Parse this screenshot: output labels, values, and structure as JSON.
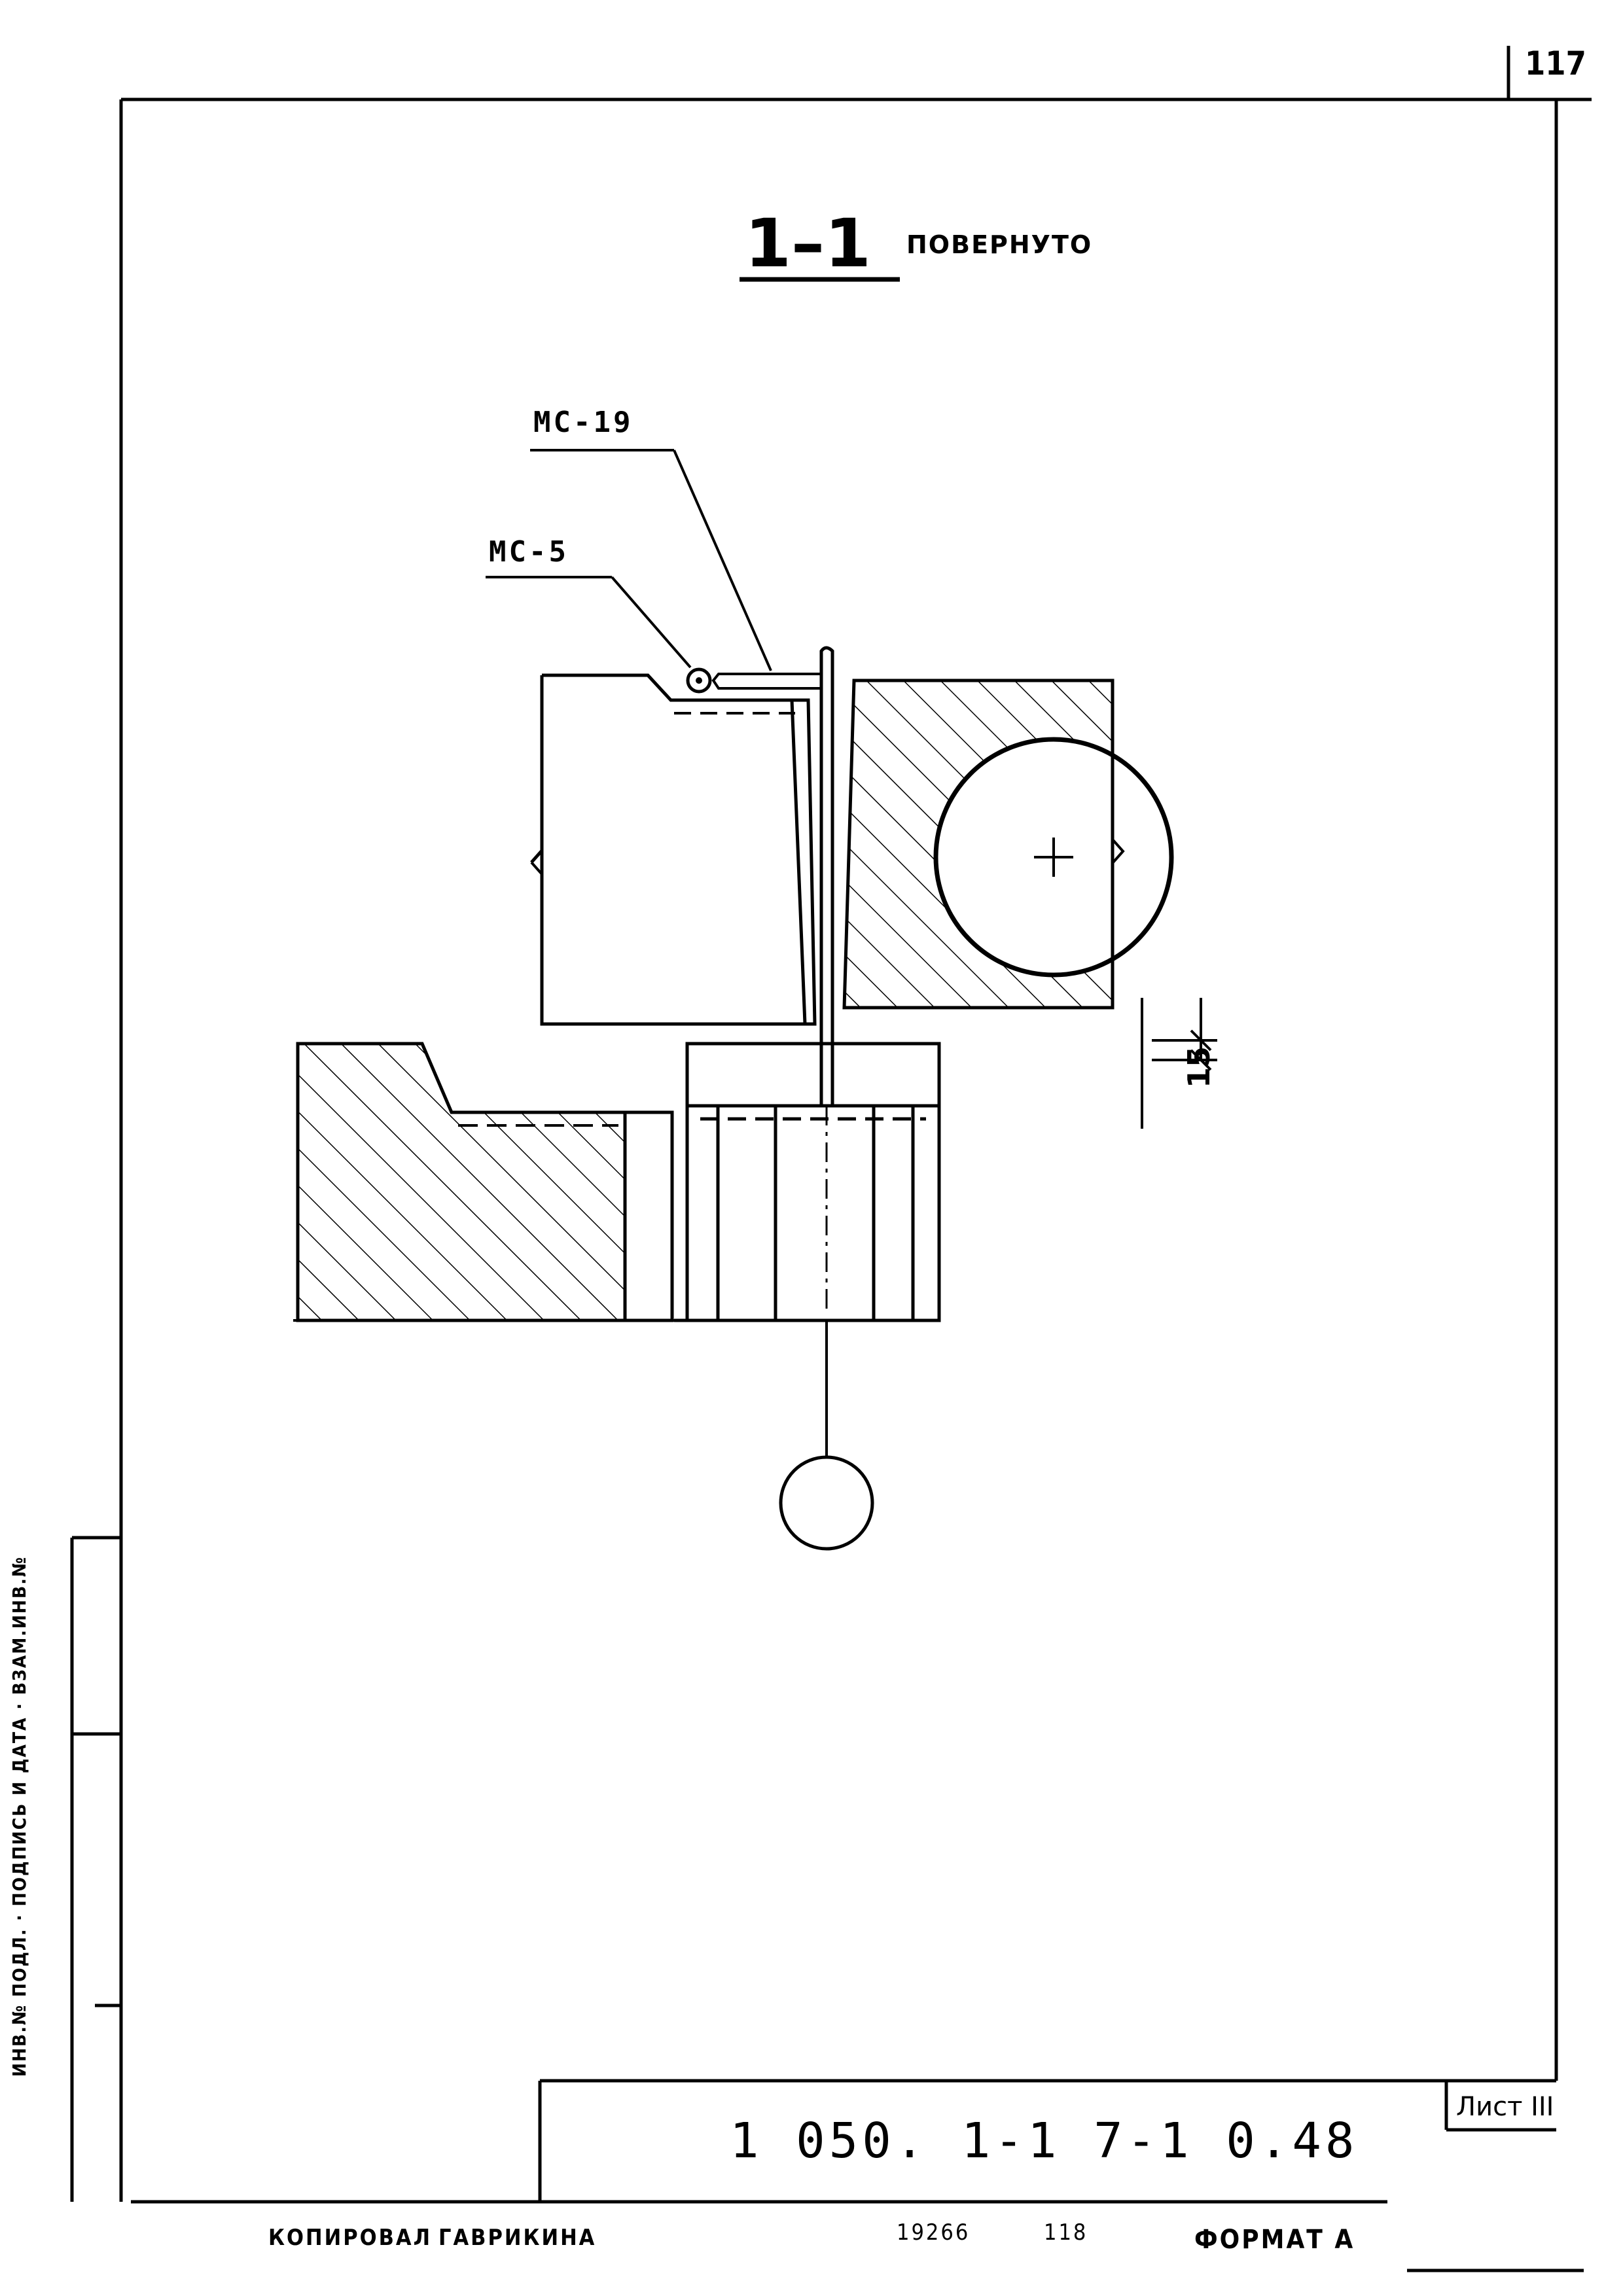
{
  "sheet": {
    "number": "117",
    "title": "1–1",
    "title_note": "ПОВЕРНУТО"
  },
  "callouts": {
    "mc19": "МС-19",
    "mc5": "МС-5"
  },
  "dimension": {
    "value": "15"
  },
  "title_block": {
    "document_code": "1 050. 1-1 7-1 0.48",
    "sheet_marks": "Лист  III"
  },
  "footer": {
    "copied_label": "КОПИРОВАЛ",
    "copier_name": "ГАВРИКИНА",
    "order_number": "19266",
    "copy_number": "118",
    "format_label": "ФОРМАТ А"
  },
  "side_stamp": {
    "text": "ИНВ.№ ПОДЛ. · ПОДПИСЬ И ДАТА · ВЗАМ.ИНВ.№"
  }
}
